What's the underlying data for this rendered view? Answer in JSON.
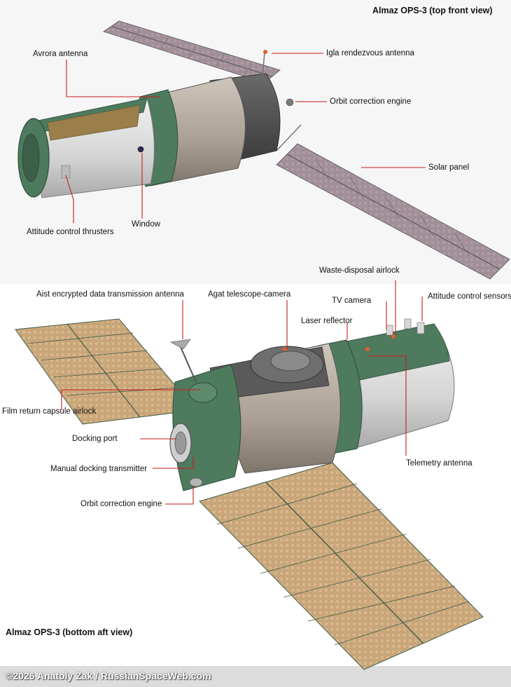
{
  "top_view": {
    "title": "Almaz OPS-3 (top front view)",
    "labels": {
      "avrora_antenna": "Avrora antenna",
      "igla_antenna": "Igla rendezvous antenna",
      "orbit_engine": "Orbit correction engine",
      "solar_panel": "Solar panel",
      "attitude_thrusters": "Attitude control thrusters",
      "window": "Window"
    }
  },
  "bottom_view": {
    "title": "Almaz OPS-3 (bottom aft view)",
    "labels": {
      "aist_antenna": "Aist encrypted data transmission antenna",
      "agat_camera": "Agat telescope-camera",
      "waste_airlock": "Waste-disposal airlock",
      "tv_camera": "TV camera",
      "attitude_sensors": "Attitude control sensors",
      "laser_reflector": "Laser reflector",
      "film_airlock": "Film return capsule airlock",
      "docking_port": "Docking port",
      "manual_docking": "Manual docking transmitter",
      "telemetry_antenna": "Telemetry antenna",
      "orbit_engine": "Orbit correction engine"
    }
  },
  "footer": {
    "copyright": "©2026 Anatoly Zak / RussianSpaceWeb.com"
  },
  "colors": {
    "leader": "#cc1a1a",
    "hull_green": "#4e7a5e",
    "hull_white": "#dcdcdc",
    "hull_beige": "#b3a89c",
    "panel_purple": "#9a8a94",
    "panel_tan": "#c7a57c"
  }
}
